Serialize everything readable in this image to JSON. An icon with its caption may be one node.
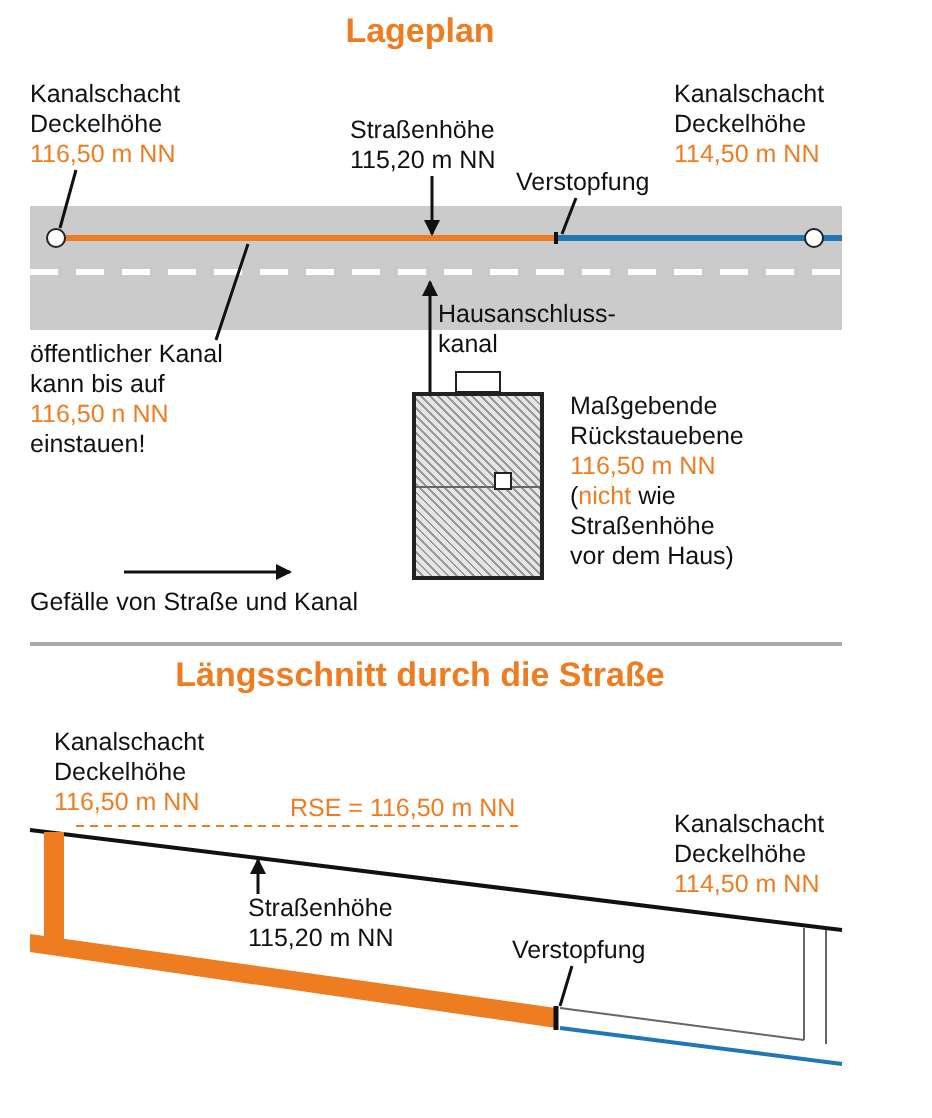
{
  "diagram": {
    "nodes": [
      {
        "text": [
          "Kanalschacht Deckelhöhe",
          "116,50 m NN"
        ]
      },
      {
        "text": [],
        "shape": "circle"
      },
      {
        "text": [],
        "shape": "circle"
      },
      {
        "text": [
          "Straßenhöhe 115,20 m NN"
        ]
      },
      {
        "text": [
          "Verstopfung"
        ]
      },
      {
        "text": [
          "öffentlicher Kanal kann bis auf",
          "116,50 n NN",
          "einstauen!"
        ]
      },
      {
        "text": [],
        "shape": "box",
        "beside": [
          "Maßgebende Rückstauebene",
          "116,50 m NN",
          "(",
          "nicht",
          "wie Straßenhöhe vor dem Haus)"
        ]
      },
      {
        "text": [
          "Straßenhöhe 115,20 m NN"
        ]
      },
      {
        "text": [
          "Verstopfung"
        ]
      }
    ],
    "edges": [
      {
        "from": 0,
        "to": 1,
        "arrow": "none"
      },
      {
        "from": 3,
        "to": null,
        "arrow": "to"
      },
      {
        "from": 4,
        "to": null,
        "arrow": "none"
      },
      {
        "from": 5,
        "to": null,
        "arrow": "none"
      },
      {
        "from": 6,
        "to": null,
        "arrow": "to",
        "label": "Hausanschluss- kanal"
      },
      {
        "from": 7,
        "to": null,
        "arrow": "to"
      },
      {
        "from": 8,
        "to": null,
        "arrow": "none"
      }
    ],
    "labels": [
      "Lageplan",
      "Kanalschacht Deckelhöhe",
      "114,50 m NN",
      "Gefälle von Straße und Kanal",
      "Längsschnitt durch die Straße",
      "Kanalschacht Deckelhöhe",
      "116,50 m NN",
      "RSE = 116,50 m NN",
      "Kanalschacht Deckelhöhe",
      "114,50 m NN"
    ]
  }
}
